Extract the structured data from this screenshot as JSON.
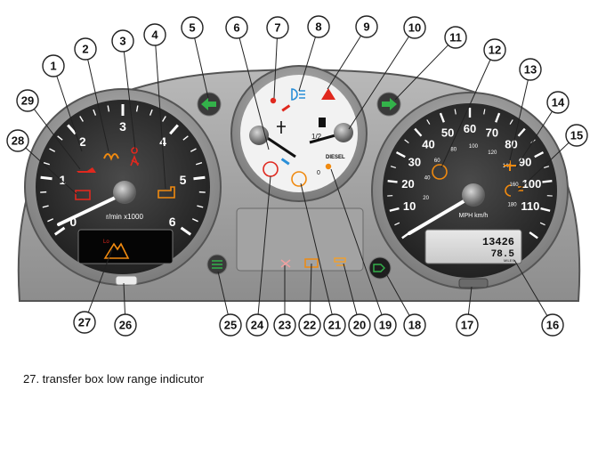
{
  "tachometer": {
    "ticks": [
      "0",
      "1",
      "2",
      "3",
      "4",
      "5",
      "6"
    ],
    "unit_label": "r/min x1000"
  },
  "speedometer": {
    "mph_ticks": [
      "10",
      "20",
      "30",
      "40",
      "50",
      "60",
      "70",
      "80",
      "90",
      "100",
      "110"
    ],
    "kmh_ticks": [
      "20",
      "40",
      "60",
      "80",
      "100",
      "120",
      "140",
      "160",
      "180"
    ],
    "unit_label": "MPH km/h"
  },
  "center_gauge": {
    "fuel_half": "1/2",
    "fuel_empty": "0",
    "fuel_type": "DIESEL"
  },
  "odometer": {
    "total": "13426",
    "trip": "78.5",
    "unit": "MILES"
  },
  "low_range_label": "Lo",
  "callouts": [
    "1",
    "2",
    "3",
    "4",
    "5",
    "6",
    "7",
    "8",
    "9",
    "10",
    "11",
    "12",
    "13",
    "14",
    "15",
    "16",
    "17",
    "18",
    "19",
    "20",
    "21",
    "22",
    "23",
    "24",
    "25",
    "26",
    "27",
    "28",
    "29"
  ],
  "caption": "27. transfer box low range indicutor",
  "colors": {
    "bezel": "#9a9a9a",
    "dial_face": "#2b2b2b",
    "warning_red": "#e0281e",
    "amber": "#f08a10",
    "green": "#33b24a",
    "blue": "#2a8fd8"
  }
}
